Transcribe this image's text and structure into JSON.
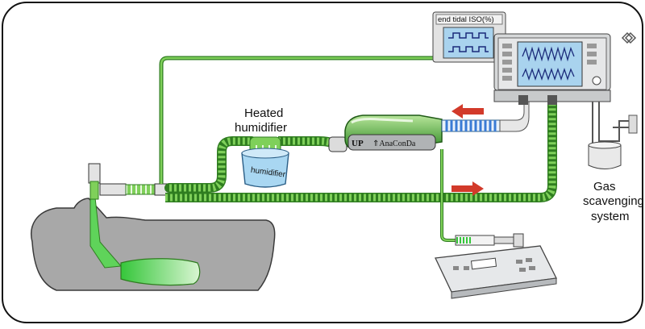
{
  "labels": {
    "heated_humidifier_line1": "Heated",
    "heated_humidifier_line2": "humidifier",
    "humidifier_device": "humidifier",
    "monitor_title": "end tidal ISO(%)",
    "anaconda": "⇑AnaConDa",
    "up": "UP",
    "gas_scavenging_line1": "Gas",
    "gas_scavenging_line2": "scavenging",
    "gas_scavenging_line3": "system"
  },
  "colors": {
    "tube_green": "#7fd05a",
    "tube_dark": "#2f7d20",
    "arrow_red": "#d23a2a",
    "tube_blue": "#3a7bd5",
    "screen_blue": "#a9d3ee",
    "body_grey": "#a5a5a5",
    "device_grey": "#cfd3d6"
  },
  "icons": {
    "logo": "diamond-logo-icon"
  }
}
